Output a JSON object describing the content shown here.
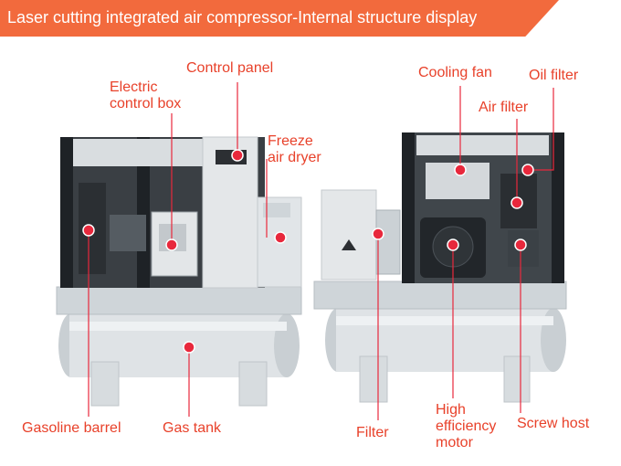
{
  "banner": {
    "title": "Laser cutting integrated air compressor-Internal structure display"
  },
  "labels": {
    "control_panel": "Control panel",
    "electric_control_box": "Electric\ncontrol box",
    "freeze_air_dryer": "Freeze\nair dryer",
    "cooling_fan": "Cooling fan",
    "oil_filter": "Oil filter",
    "air_filter": "Air filter",
    "gasoline_barrel": "Gasoline barrel",
    "gas_tank": "Gas tank",
    "filter": "Filter",
    "high_efficiency_motor": "High\nefficiency\nmotor",
    "screw_host": "Screw host"
  },
  "colors": {
    "banner": "#f26a3d",
    "label": "#e8412a",
    "marker": "#e8283c"
  }
}
